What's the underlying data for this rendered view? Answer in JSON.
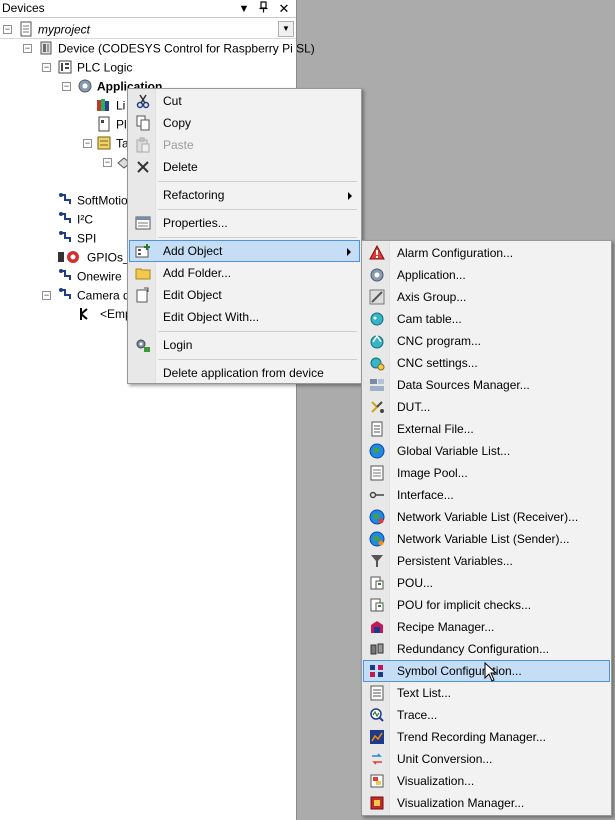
{
  "panel": {
    "title": "Devices"
  },
  "tree": [
    {
      "label": "myproject",
      "italic": true
    },
    {
      "label": "Device (CODESYS Control for Raspberry Pi SL)"
    },
    {
      "label": "PLC Logic"
    },
    {
      "label": "Application",
      "bold": true
    },
    {
      "label": "Li"
    },
    {
      "label": "Pl"
    },
    {
      "label": "Ta"
    },
    {
      "label": ""
    },
    {
      "label": "SoftMotion"
    },
    {
      "label": "I²C"
    },
    {
      "label": "SPI"
    },
    {
      "label": "GPIOs_A"
    },
    {
      "label": "Onewire"
    },
    {
      "label": "Camera de"
    },
    {
      "label": "<Emp"
    }
  ],
  "context_menu": {
    "items": [
      {
        "label": "Cut",
        "icon": "scissors-icon"
      },
      {
        "label": "Copy",
        "icon": "copy-icon"
      },
      {
        "label": "Paste",
        "icon": "paste-icon",
        "disabled": true
      },
      {
        "label": "Delete",
        "icon": "delete-icon"
      },
      {
        "label": "Refactoring",
        "submenu": true
      },
      {
        "label": "Properties...",
        "icon": "properties-icon"
      },
      {
        "label": "Add Object",
        "icon": "add-object-icon",
        "submenu": true,
        "active": true
      },
      {
        "label": "Add Folder...",
        "icon": "folder-icon"
      },
      {
        "label": "Edit Object",
        "icon": "edit-icon"
      },
      {
        "label": "Edit Object With..."
      },
      {
        "label": "Login",
        "icon": "login-icon"
      },
      {
        "label": "Delete application from device"
      }
    ]
  },
  "add_object_menu": {
    "items": [
      {
        "label": "Alarm Configuration...",
        "icon": "alarm-icon"
      },
      {
        "label": "Application...",
        "icon": "application-gear-icon"
      },
      {
        "label": "Axis Group...",
        "icon": "axis-group-icon"
      },
      {
        "label": "Cam table...",
        "icon": "cam-table-icon"
      },
      {
        "label": "CNC program...",
        "icon": "cnc-program-icon"
      },
      {
        "label": "CNC settings...",
        "icon": "cnc-settings-icon"
      },
      {
        "label": "Data Sources Manager...",
        "icon": "data-sources-icon"
      },
      {
        "label": "DUT...",
        "icon": "dut-icon"
      },
      {
        "label": "External File...",
        "icon": "external-file-icon"
      },
      {
        "label": "Global Variable List...",
        "icon": "globe-icon"
      },
      {
        "label": "Image Pool...",
        "icon": "image-pool-icon"
      },
      {
        "label": "Interface...",
        "icon": "interface-icon"
      },
      {
        "label": "Network Variable List (Receiver)...",
        "icon": "network-globe-icon"
      },
      {
        "label": "Network Variable List (Sender)...",
        "icon": "network-globe-icon"
      },
      {
        "label": "Persistent Variables...",
        "icon": "persistent-icon"
      },
      {
        "label": "POU...",
        "icon": "pou-icon"
      },
      {
        "label": "POU for implicit checks...",
        "icon": "pou-icon"
      },
      {
        "label": "Recipe Manager...",
        "icon": "recipe-icon"
      },
      {
        "label": "Redundancy Configuration...",
        "icon": "redundancy-icon"
      },
      {
        "label": "Symbol Configuration...",
        "icon": "symbol-config-icon",
        "active": true
      },
      {
        "label": "Text List...",
        "icon": "text-list-icon"
      },
      {
        "label": "Trace...",
        "icon": "trace-icon"
      },
      {
        "label": "Trend Recording Manager...",
        "icon": "trend-icon"
      },
      {
        "label": "Unit Conversion...",
        "icon": "unit-conversion-icon"
      },
      {
        "label": "Visualization...",
        "icon": "visualization-icon"
      },
      {
        "label": "Visualization Manager...",
        "icon": "visualization-manager-icon"
      }
    ]
  }
}
